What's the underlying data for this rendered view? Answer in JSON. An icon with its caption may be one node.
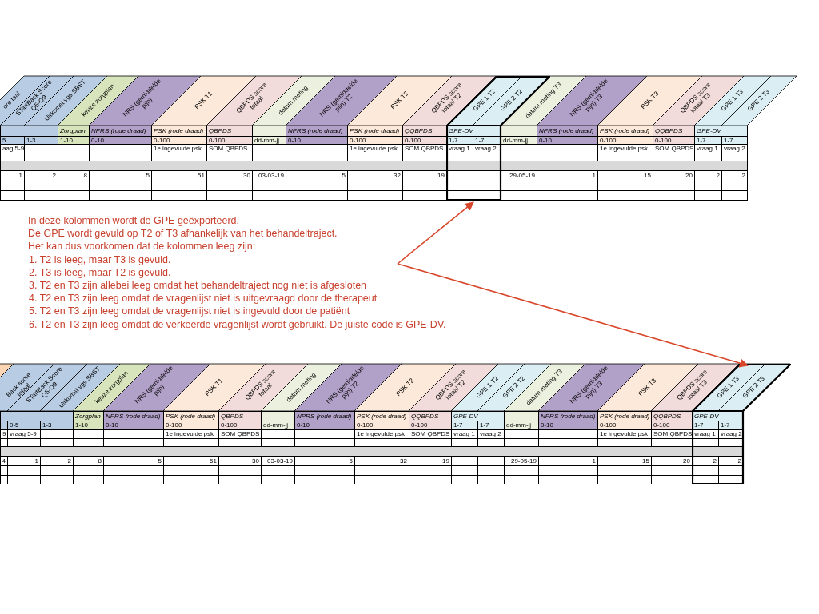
{
  "diagram": {
    "nodes": [
      {
        "text": [],
        "shape": "box"
      },
      {
        "text": [],
        "shape": "box"
      }
    ],
    "edges": [
      {
        "from": null,
        "to": 0,
        "arrow": "to"
      },
      {
        "from": null,
        "to": 1,
        "arrow": "to"
      }
    ],
    "labels": [
      "ore taal",
      "STartBack Score Q5-Q9",
      "Uitkomst vgs SBST",
      "keuze zorgplan",
      "NRS (gemiddelde pijn)",
      "PSK T1",
      "QBPDS score totaal",
      "datum meting",
      "NRS (gemiddelde pijn) T2",
      "PSK T2",
      "QBPDS score totaal T2",
      "GPE 1 T2",
      "GPE 2 T2",
      "datum meting T3",
      "NRS (gemiddelde pijn) T3",
      "PSK T3",
      "QBPDS score totaal T3",
      "GPE 1 T3",
      "GPE 2 T3",
      "Zorgplan",
      "NPRS (rode draad)",
      "PSK (rode draad)",
      "QBPDS",
      "NPRS (rode draad)",
      "PSK (rode draad)",
      "QQBPDS",
      "GPE-DV",
      "NPRS (rode draad)",
      "PSK (rode draad)",
      "QQBPDS",
      "GPE-DV",
      "5",
      "1-3",
      "1-10",
      "0-10",
      "0-100",
      "0-100",
      "dd-mm-jj",
      "0-10",
      "0-100",
      "0-100",
      "1-7",
      "1-7",
      "dd-mm-jj",
      "0-10",
      "0-100",
      "0-100",
      "1-7",
      "1-7",
      "aag 5-9",
      "1e ingevulde psk",
      "SOM QBPDS",
      "1e ingevulde psk",
      "SOM QBPDS",
      "vraag 1",
      "vraag 2",
      "1e ingevulde psk",
      "SOM QBPDS",
      "vraag 1",
      "vraag 2",
      "1",
      "2",
      "8",
      "5",
      "51",
      "30",
      "03-03-19",
      "5",
      "32",
      "19",
      "29-05-19",
      "1",
      "15",
      "20",
      "2",
      "2",
      "In deze kolommen wordt de GPE geëxporteerd.",
      "De GPE wordt gevuld op T2 of T3 afhankelijk van het behandeltraject.",
      "Het kan dus voorkomen dat de kolommen leeg zijn:",
      "1. T2 is leeg, maar T3 is gevuld.",
      "2. T3 is leeg, maar T2 is gevuld.",
      "3. T2 en T3 zijn allebei leeg omdat het behandeltraject nog niet is afgesloten",
      "4. T2 en T3 zijn leeg omdat de vragenlijst niet is uitgevraagd door de therapeut",
      "5. T2 en T3 zijn leeg omdat de vragenlijst niet is ingevuld door de patiënt",
      "6. T2 en T3 zijn leeg omdat de verkeerde vragenlijst wordt gebruikt. De juiste code is GPE-DV.",
      "Back score totaal",
      "STartBack Score Q5-Q9",
      "Uitkomst vgs SBST",
      "keuze zorgplan",
      "NRS (gemiddelde pijn)",
      "PSK T1",
      "QBPDS score totaal",
      "datum meting",
      "NRS (gemiddelde pijn) T2",
      "PSK T2",
      "QBPDS score totaal T2",
      "GPE 1 T2",
      "GPE 2 T2",
      "datum meting T3",
      "NRS (gemiddelde pijn) T3",
      "PSK T3",
      "QBPDS score totaal T3",
      "GPE 1 T3",
      "GPE 2 T3",
      "Zorgplan",
      "NPRS (rode draad)",
      "PSK (rode draad)",
      "QBPDS",
      "NPRS (rode draad)",
      "PSK (rode draad)",
      "QQBPDS",
      "GPE-DV",
      "NPRS (rode draad)",
      "PSK (rode draad)",
      "QQBPDS",
      "GPE-DV",
      "0-5",
      "1-3",
      "1-10",
      "0-10",
      "0-100",
      "0-100",
      "dd-mm-jj",
      "0-10",
      "0-100",
      "0-100",
      "1-7",
      "1-7",
      "dd-mm-jj",
      "0-10",
      "0-100",
      "0-100",
      "1-7",
      "1-7",
      "9",
      "vraag 5-9",
      "1e ingevulde psk",
      "SOM QBPDS",
      "1e ingevulde psk",
      "SOM QBPDS",
      "vraag 1",
      "vraag 2",
      "1e ingevulde psk",
      "SOM QBPDS",
      "vraag 1",
      "vraag 2",
      "4",
      "1",
      "2",
      "8",
      "5",
      "51",
      "30",
      "03-03-19",
      "5",
      "32",
      "19",
      "29-05-19",
      "1",
      "15",
      "20",
      "2",
      "2"
    ]
  }
}
